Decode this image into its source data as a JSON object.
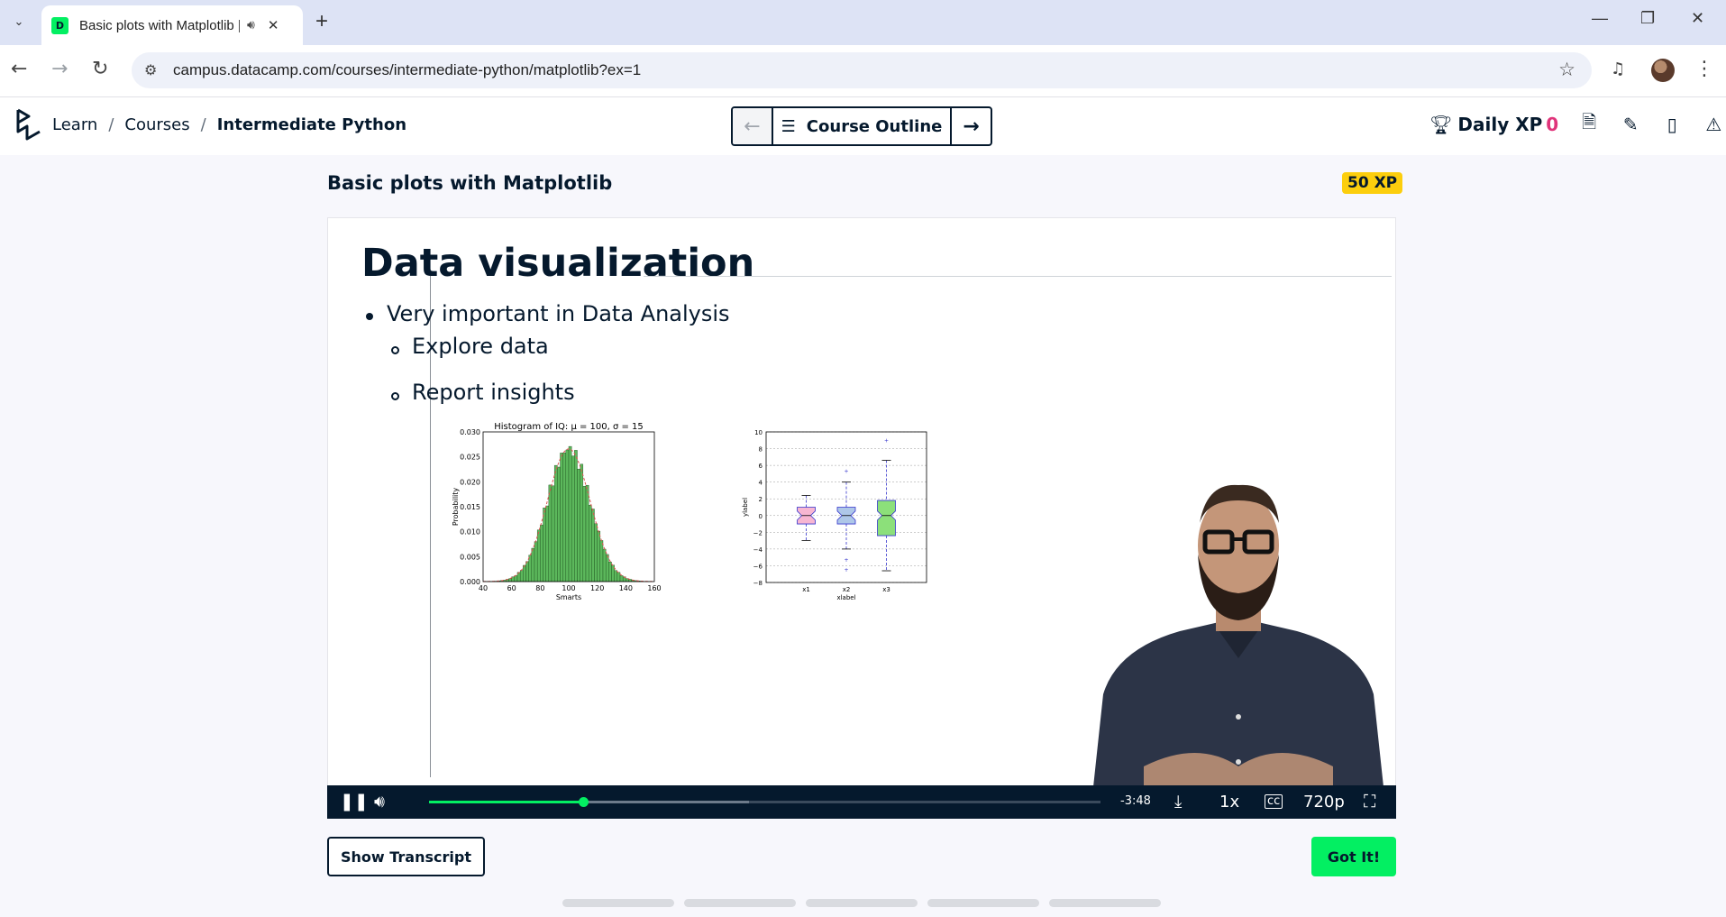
{
  "browser": {
    "tab_title": "Basic plots with Matplotlib |",
    "url": "campus.datacamp.com/courses/intermediate-python/matplotlib?ex=1"
  },
  "header": {
    "breadcrumb": [
      "Learn",
      "Courses",
      "Intermediate Python"
    ],
    "course_outline_label": "Course Outline",
    "daily_xp_label": "Daily XP",
    "daily_xp_value": "0"
  },
  "exercise": {
    "title": "Basic plots with Matplotlib",
    "xp_badge": "50 XP"
  },
  "slide": {
    "heading": "Data visualization",
    "bullets": [
      "Very important in Data Analysis",
      "Explore data",
      "Report insights"
    ]
  },
  "chart_data": [
    {
      "type": "bar",
      "title": "Histogram of IQ: μ = 100, σ = 15",
      "xlabel": "Smarts",
      "ylabel": "Probability",
      "xlim": [
        40,
        160
      ],
      "ylim": [
        0,
        0.03
      ],
      "x_ticks": [
        "40",
        "60",
        "80",
        "100",
        "120",
        "140",
        "160"
      ],
      "y_ticks": [
        "0.000",
        "0.005",
        "0.010",
        "0.015",
        "0.020",
        "0.025",
        "0.030"
      ],
      "colors": {
        "bars": "#5cb85c",
        "curve": "#d9534f"
      },
      "mean": 100,
      "std": 15
    },
    {
      "type": "box",
      "xlabel": "xlabel",
      "ylabel": "ylabel",
      "ylim": [
        -8,
        10
      ],
      "y_ticks": [
        "10",
        "8",
        "6",
        "4",
        "2",
        "0",
        "−2",
        "−4",
        "−6",
        "−8"
      ],
      "categories": [
        "x1",
        "x2",
        "x3"
      ],
      "boxes": [
        {
          "name": "x1",
          "q1": -1,
          "median": 0,
          "q3": 1,
          "whisker_low": -3,
          "whisker_high": 2.4,
          "outliers": [],
          "color": "#f7b6d2"
        },
        {
          "name": "x2",
          "q1": -1,
          "median": 0,
          "q3": 1,
          "whisker_low": -4,
          "whisker_high": 4,
          "outliers": [
            5.3,
            -5.3,
            -6.5
          ],
          "color": "#aec7e8"
        },
        {
          "name": "x3",
          "q1": -2.4,
          "median": 0,
          "q3": 1.8,
          "whisker_low": -6.6,
          "whisker_high": 6.6,
          "outliers": [
            9
          ],
          "color": "#8ce07a"
        }
      ],
      "grid": true
    }
  ],
  "player": {
    "time_remaining": "-3:48",
    "speed": "1x",
    "quality": "720p",
    "progress": 0.23
  },
  "actions": {
    "show_transcript": "Show Transcript",
    "got_it": "Got It!"
  },
  "colors": {
    "accent_green": "#03ef62",
    "navy": "#05192d",
    "xp_pink": "#e0347a",
    "xp_yellow": "#fcce0d"
  }
}
